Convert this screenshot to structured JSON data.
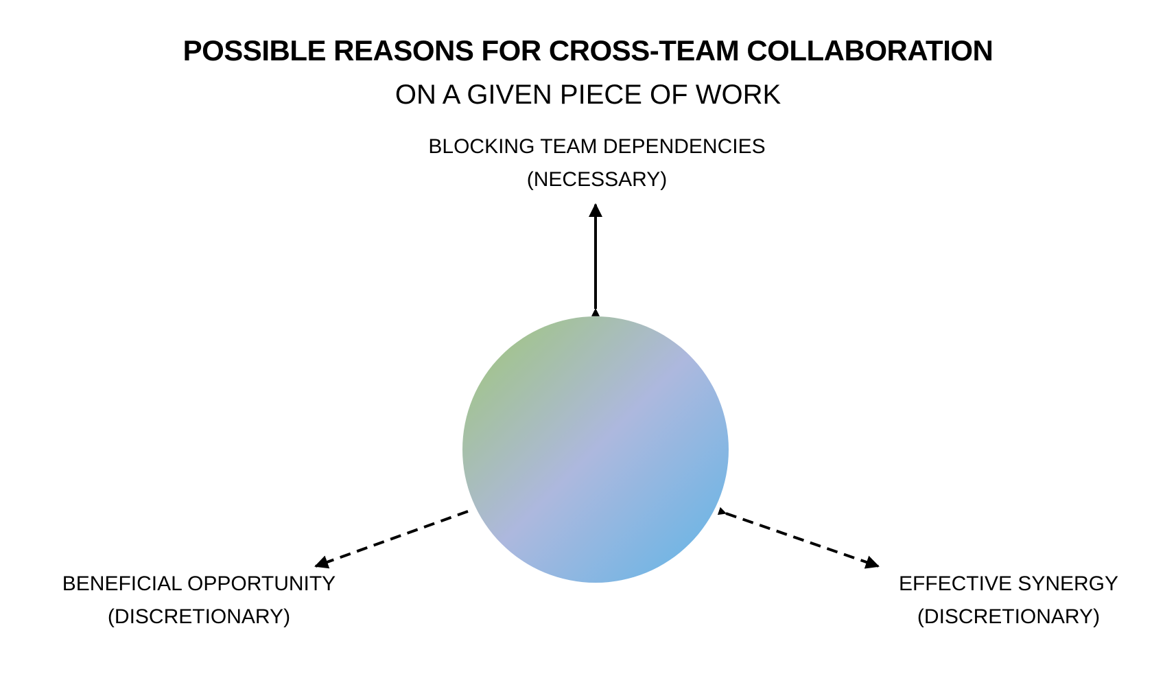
{
  "title": "POSSIBLE REASONS FOR CROSS-TEAM COLLABORATION",
  "subtitle": "ON A GIVEN PIECE OF WORK",
  "center_node": {
    "gradient": [
      "#9fc775",
      "#adb8de",
      "#5fb5e6"
    ]
  },
  "branches": {
    "top": {
      "line1": "BLOCKING TEAM DEPENDENCIES",
      "line2": "(NECESSARY)",
      "style": "solid"
    },
    "left": {
      "line1": "BENEFICIAL OPPORTUNITY",
      "line2": "(DISCRETIONARY)",
      "style": "dashed"
    },
    "right": {
      "line1": "EFFECTIVE SYNERGY",
      "line2": "(DISCRETIONARY)",
      "style": "dashed"
    }
  }
}
